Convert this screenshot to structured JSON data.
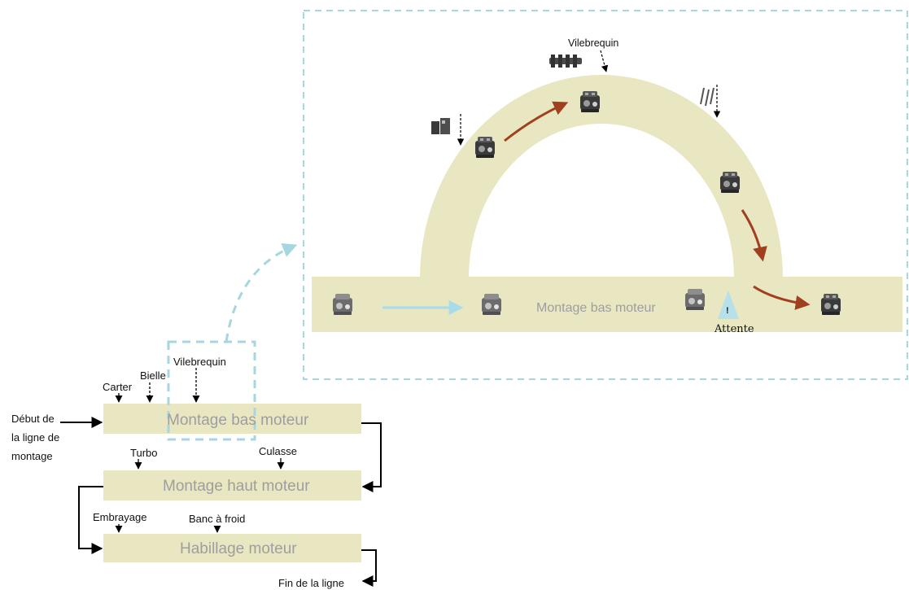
{
  "colors": {
    "band": "#e9e6c2",
    "dashed_blue": "#a6d6e0",
    "flow_brown": "#a0401e",
    "flow_blue": "#a8dceb",
    "warning_fill": "#b6e0ea",
    "text_gray": "#9e9e9e"
  },
  "line_stages": [
    {
      "label": "Montage bas moteur"
    },
    {
      "label": "Montage haut moteur"
    },
    {
      "label": "Habillage moteur"
    }
  ],
  "inputs": {
    "carter": "Carter",
    "bielle": "Bielle",
    "vilebrequin": "Vilebrequin",
    "turbo": "Turbo",
    "culasse": "Culasse",
    "embrayage": "Embrayage",
    "banc": "Banc à froid"
  },
  "line_start": [
    "Début de",
    "la ligne de",
    "montage"
  ],
  "line_end": "Fin de la ligne",
  "detail": {
    "stage_label": "Montage bas moteur",
    "crankshaft_label": "Vilebrequin",
    "wait_label": "Attente",
    "wait_mark": "!"
  },
  "icons": [
    "engine-icon",
    "crankshaft-icon",
    "connecting-rod-icon",
    "bracket-part-icon",
    "warning-triangle-icon"
  ]
}
